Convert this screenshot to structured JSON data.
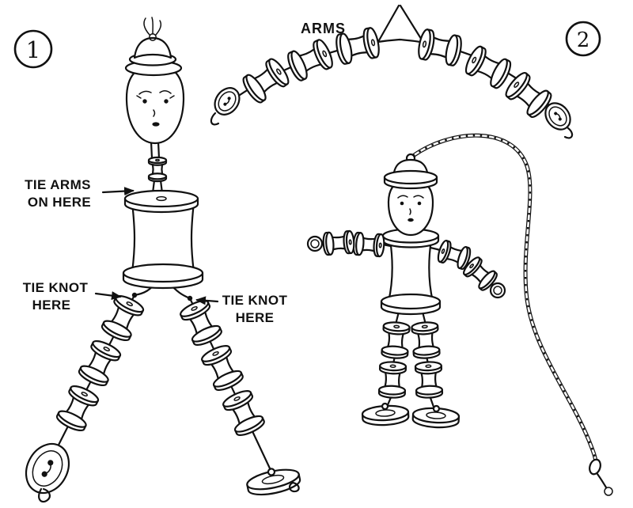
{
  "canvas": {
    "background": "#ffffff",
    "ink": "#111111"
  },
  "badges": {
    "step1": "1",
    "step2": "2"
  },
  "labels": {
    "arms": "ARMS",
    "tie_arms": {
      "line1": "TIE ARMS",
      "line2": "ON HERE"
    },
    "tie_knot_left": {
      "line1": "TIE KNOT",
      "line2": "HERE"
    },
    "tie_knot_right": {
      "line1": "TIE KNOT",
      "line2": "HERE"
    }
  }
}
